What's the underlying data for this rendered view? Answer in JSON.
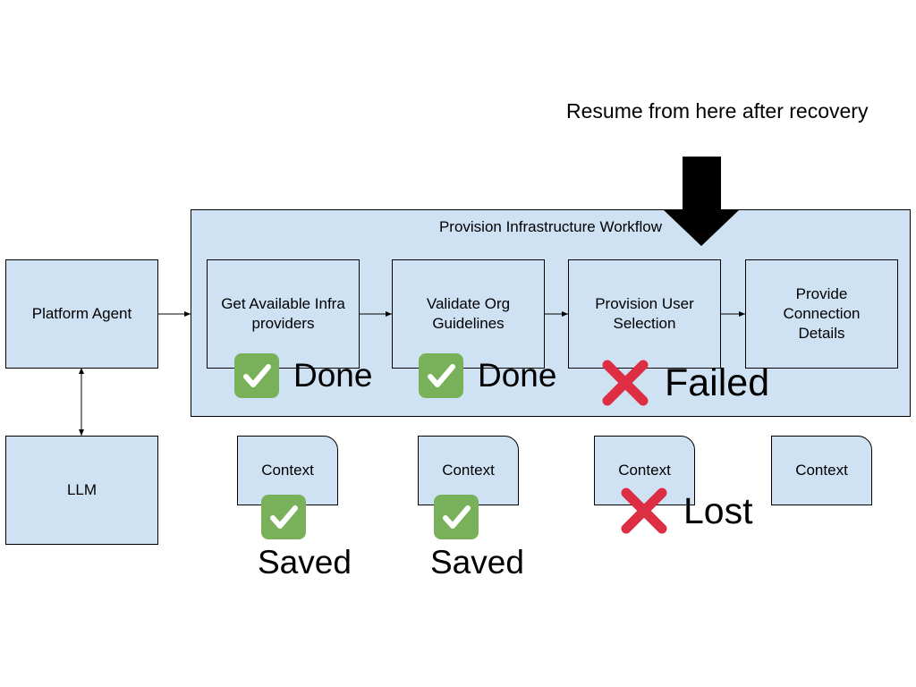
{
  "annotation": {
    "resume_text": "Resume from here after recovery"
  },
  "workflow": {
    "title": "Provision Infrastructure Workflow",
    "steps": [
      {
        "label": "Get Available Infra providers"
      },
      {
        "label": "Validate Org Guidelines"
      },
      {
        "label": "Provision User Selection"
      },
      {
        "label": "Provide Connection Details"
      }
    ],
    "status": [
      {
        "icon": "check-mark-icon",
        "text": "Done"
      },
      {
        "icon": "check-mark-icon",
        "text": "Done"
      },
      {
        "icon": "cross-mark-icon",
        "text": "Failed"
      }
    ]
  },
  "agent": {
    "label": "Platform Agent"
  },
  "llm": {
    "label": "LLM"
  },
  "contexts": [
    {
      "label": "Context",
      "status_icon": "check-mark-icon",
      "status_text": "Saved"
    },
    {
      "label": "Context",
      "status_icon": "check-mark-icon",
      "status_text": "Saved"
    },
    {
      "label": "Context",
      "status_icon": "cross-mark-icon",
      "status_text": "Lost"
    },
    {
      "label": "Context"
    }
  ],
  "colors": {
    "box_fill": "#cfe2f3",
    "check_green": "#78b159",
    "cross_red": "#dd2e44"
  }
}
